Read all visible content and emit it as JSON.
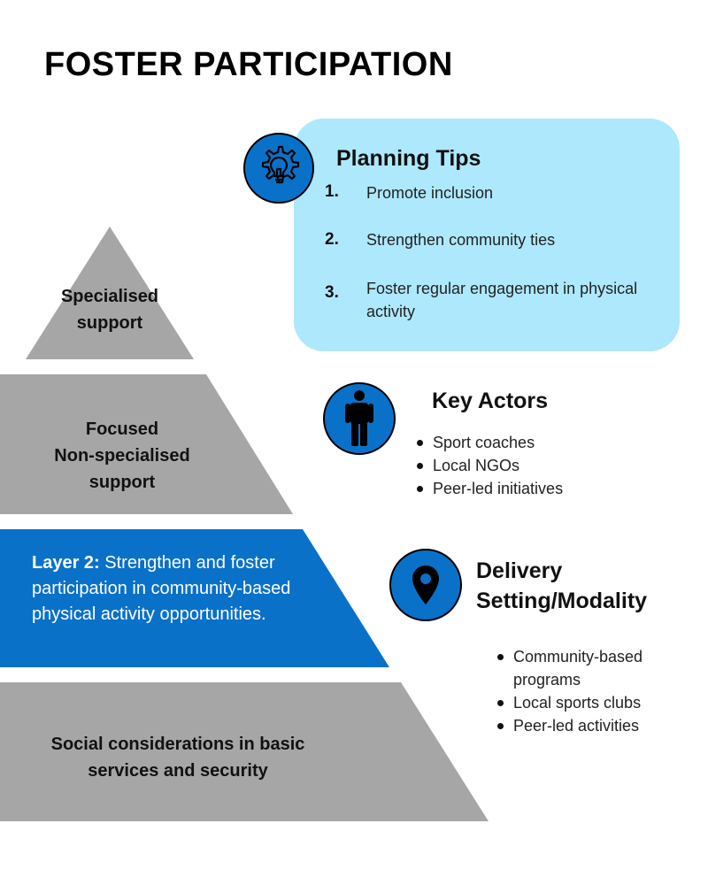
{
  "title": "FOSTER PARTICIPATION",
  "pyramid": {
    "layer4": [
      "Specialised",
      "support"
    ],
    "layer3": [
      "Focused",
      "Non-specialised",
      "support"
    ],
    "layer2": {
      "label": "Layer 2:",
      "text": " Strengthen and foster participation in community-based physical activity opportunities."
    },
    "layer1": [
      "Social considerations in basic",
      "services and security"
    ]
  },
  "planning_tips": {
    "heading": "Planning Tips",
    "items": [
      {
        "num": "1.",
        "text": "Promote inclusion"
      },
      {
        "num": "2.",
        "text": "Strengthen community ties"
      },
      {
        "num": "3.",
        "text": "Foster regular engagement in physical activity"
      }
    ],
    "icon": "gear-lightbulb-icon"
  },
  "key_actors": {
    "heading": "Key Actors",
    "items": [
      "Sport coaches",
      "Local NGOs",
      "Peer-led initiatives"
    ],
    "icon": "person-icon"
  },
  "delivery": {
    "heading": [
      "Delivery",
      "Setting/Modality"
    ],
    "items": [
      "Community-based programs",
      "Local sports clubs",
      "Peer-led activities"
    ],
    "icon": "location-pin-icon"
  },
  "colors": {
    "gray": "#a6a6a6",
    "blue": "#0a71c9",
    "light_blue": "#aee8fc"
  }
}
